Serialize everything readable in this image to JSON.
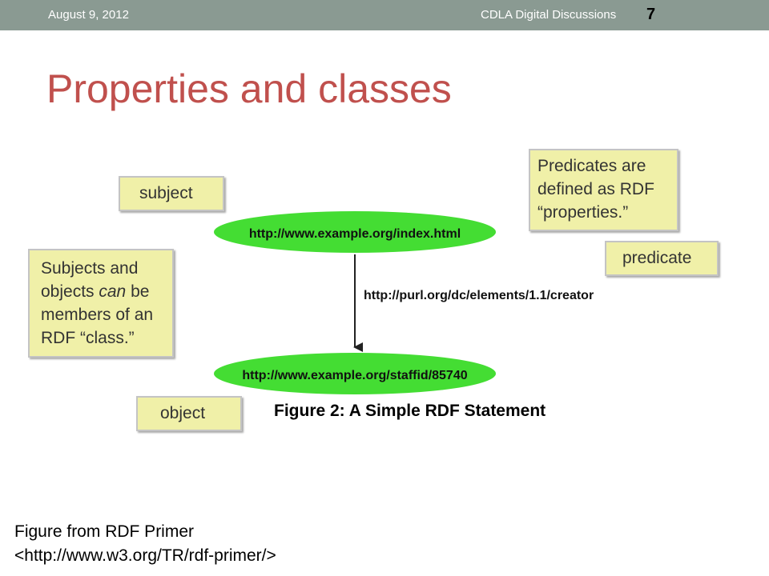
{
  "header": {
    "date": "August 9, 2012",
    "deck_title": "CDLA Digital Discussions",
    "slide_number": "7"
  },
  "slide": {
    "title": "Properties and classes"
  },
  "callouts": {
    "subject": "subject",
    "predicates_note_lines": [
      "Predicates are",
      "defined as RDF",
      "“properties.”"
    ],
    "predicate": "predicate",
    "subjects_note_lines": [
      "Subjects and",
      "objects ",
      "can",
      " be",
      "members of an",
      "RDF “class.”"
    ],
    "object": "object"
  },
  "figure": {
    "subject_node": "http://www.example.org/index.html",
    "predicate_label": "http://purl.org/dc/elements/1.1/creator",
    "object_node": "http://www.example.org/staffid/85740",
    "caption": "Figure 2: A Simple RDF Statement",
    "node_color": "#44dd33"
  },
  "footer": {
    "line1": "Figure from RDF Primer",
    "line2": "<http://www.w3.org/TR/rdf-primer/>"
  }
}
